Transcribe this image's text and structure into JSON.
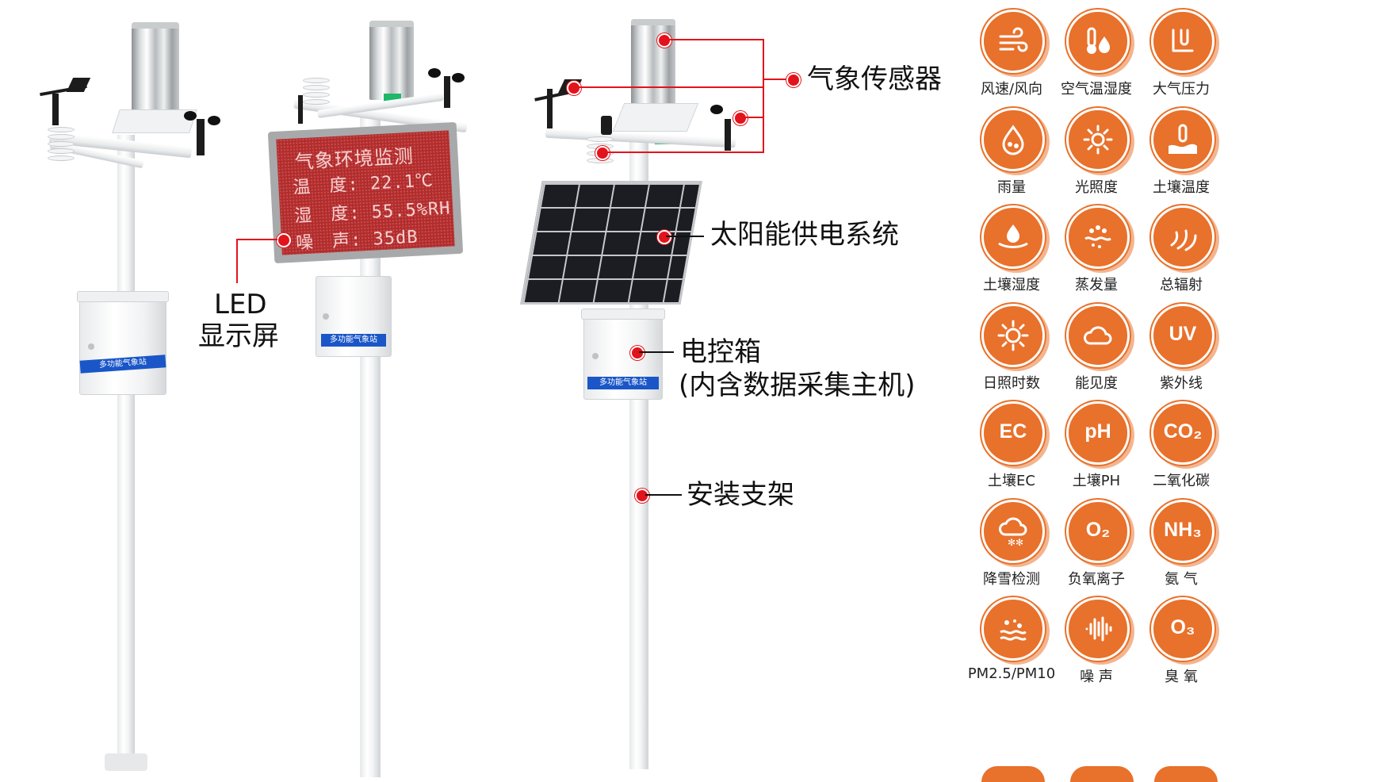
{
  "labels": {
    "led_display": [
      "LED",
      "显示屏"
    ],
    "meteo_sensor": "气象传感器",
    "solar_system": "太阳能供电系统",
    "control_box": [
      "电控箱",
      "(内含数据采集主机)"
    ],
    "mount": "安装支架"
  },
  "led_screen": {
    "title": "气象环境监测",
    "rows": [
      "温　度: 22.1℃",
      "湿　度: 55.5%RH",
      "噪　声: 35dB"
    ]
  },
  "box_plate": "多功能气象站",
  "colors": {
    "icon_orange": "#e8712b",
    "callout_red": "#e3131b",
    "plate_blue": "#1a56c8"
  },
  "icons": [
    {
      "label": "风速/风向",
      "icon": "wind-icon"
    },
    {
      "label": "空气温湿度",
      "icon": "thermo-drop-icon"
    },
    {
      "label": "大气压力",
      "icon": "pressure-icon"
    },
    {
      "label": "雨量",
      "icon": "rain-drops-icon"
    },
    {
      "label": "光照度",
      "icon": "sun-eye-icon"
    },
    {
      "label": "土壤温度",
      "icon": "soil-temp-icon"
    },
    {
      "label": "土壤湿度",
      "icon": "soil-moisture-icon"
    },
    {
      "label": "蒸发量",
      "icon": "evaporation-icon"
    },
    {
      "label": "总辐射",
      "icon": "radiation-icon"
    },
    {
      "label": "日照时数",
      "icon": "sun-icon"
    },
    {
      "label": "能见度",
      "icon": "cloud-icon"
    },
    {
      "label": "紫外线",
      "icon": "uv-icon",
      "text": "UV"
    },
    {
      "label": "土壤EC",
      "icon": "soil-ec-icon",
      "text": "EC"
    },
    {
      "label": "土壤PH",
      "icon": "soil-ph-icon",
      "text": "pH"
    },
    {
      "label": "二氧化碳",
      "icon": "co2-icon",
      "text": "CO₂"
    },
    {
      "label": "降雪检测",
      "icon": "snow-icon"
    },
    {
      "label": "负氧离子",
      "icon": "negative-ion-icon",
      "text": "O₂"
    },
    {
      "label": "氨 气",
      "icon": "ammonia-icon",
      "text": "NH₃"
    },
    {
      "label": "PM2.5/PM10",
      "icon": "particulate-icon"
    },
    {
      "label": "噪 声",
      "icon": "noise-icon"
    },
    {
      "label": "臭 氧",
      "icon": "ozone-icon",
      "text": "O₃"
    }
  ]
}
